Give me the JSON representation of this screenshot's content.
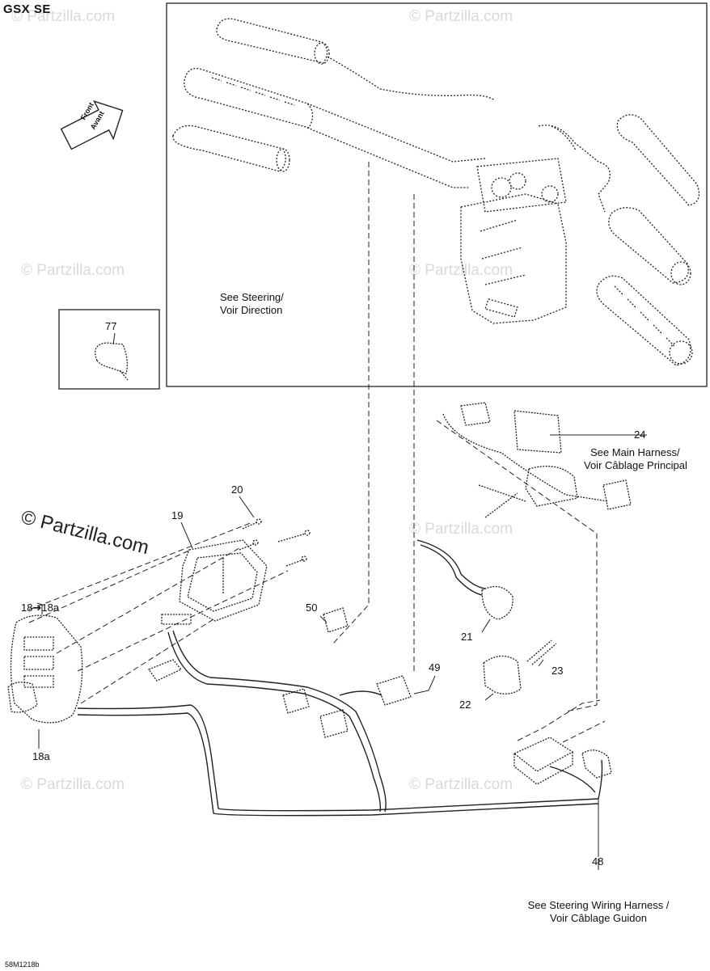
{
  "diagram": {
    "model_label": "GSX SE",
    "figure_code": "58M1218b",
    "front_arrow": {
      "line1": "Front",
      "line2": "Avant"
    },
    "watermark_main": "© Partzilla.com",
    "watermark_faint": "© Partzilla.com",
    "callouts": {
      "steering": {
        "line1": "See Steering/",
        "line2": "Voir Direction"
      },
      "main_harness": {
        "line1": "See Main Harness/",
        "line2": "Voir Câblage Principal"
      },
      "steering_wiring": {
        "line1": "See Steering Wiring Harness /",
        "line2": "Voir Câblage Guidon"
      }
    },
    "part_numbers": {
      "p77": "77",
      "p24": "24",
      "p20": "20",
      "p19": "19",
      "p18": "18➔18a",
      "p18a": "18a",
      "p50": "50",
      "p21": "21",
      "p23": "23",
      "p49": "49",
      "p22": "22",
      "p48": "48"
    }
  }
}
